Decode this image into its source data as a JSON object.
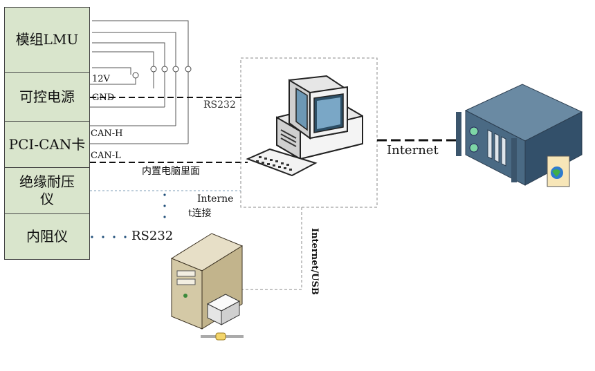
{
  "modules": [
    {
      "label": "模组LMU"
    },
    {
      "label": "可控电源"
    },
    {
      "label": "PCI-CAN卡"
    },
    {
      "label": "绝缘耐压仪"
    },
    {
      "label": "内阻仪"
    }
  ],
  "labels": {
    "v12": "12V",
    "gnd": "GND",
    "can_h": "CAN-H",
    "can_l": "CAN-L",
    "rs232_pc": "RS232",
    "builtin": "内置电脑里面",
    "internet_conn_1": "Interne",
    "internet_conn_2": "t连接",
    "rs232_meter": "RS232",
    "internet_server": "Internet",
    "internet_usb": "Internet/USB"
  },
  "icons": [
    "computer-icon",
    "server-icon",
    "printer-server-icon"
  ]
}
